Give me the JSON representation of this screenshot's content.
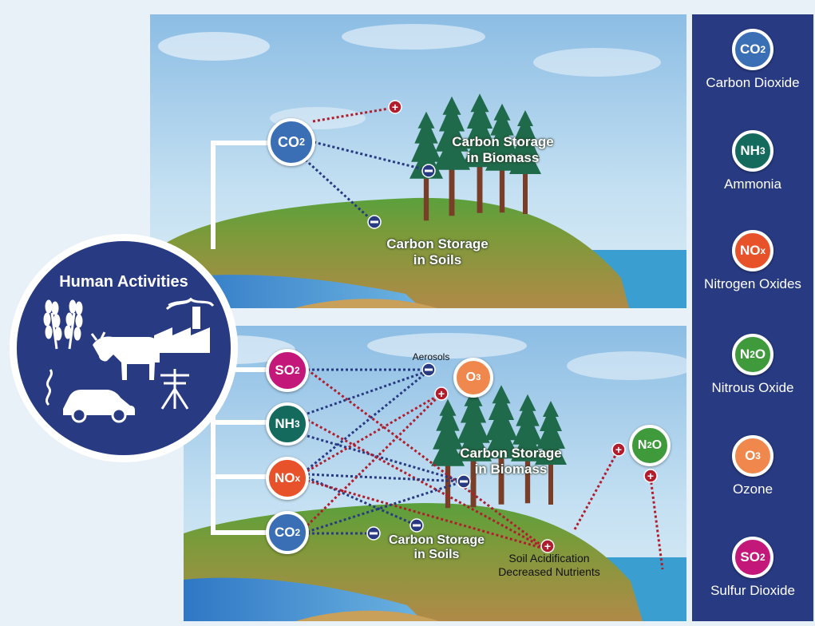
{
  "human_activities": {
    "title": "Human Activities",
    "icons": [
      "wheat-icon",
      "factory-icon",
      "cow-icon",
      "car-icon",
      "power-line-icon"
    ]
  },
  "top_panel": {
    "biomass_label": "Carbon Storage\nin Biomass",
    "soils_label": "Carbon Storage\nin Soils",
    "molecule": "CO2"
  },
  "bottom_panel": {
    "aerosols_label": "Aerosols",
    "biomass_label": "Carbon Storage\nin Biomass",
    "soils_label": "Carbon Storage\nin Soils",
    "acidification_label": "Soil Acidification\nDecreased Nutrients",
    "molecules": [
      "SO2",
      "NH3",
      "NOx",
      "CO2",
      "O3",
      "N2O"
    ]
  },
  "legend": [
    {
      "formula": "CO2",
      "name": "Carbon Dioxide",
      "color": "#3b6fb5"
    },
    {
      "formula": "NH3",
      "name": "Ammonia",
      "color": "#156a5e"
    },
    {
      "formula": "NOx",
      "name": "Nitrogen Oxides",
      "color": "#e8522a"
    },
    {
      "formula": "N2O",
      "name": "Nitrous Oxide",
      "color": "#3f9a3c"
    },
    {
      "formula": "O3",
      "name": "Ozone",
      "color": "#f0884e"
    },
    {
      "formula": "SO2",
      "name": "Sulfur Dioxide",
      "color": "#c4177a"
    }
  ],
  "colors": {
    "positive": "#b01e2e",
    "negative": "#283a82",
    "panel_bg": "#283a82"
  }
}
